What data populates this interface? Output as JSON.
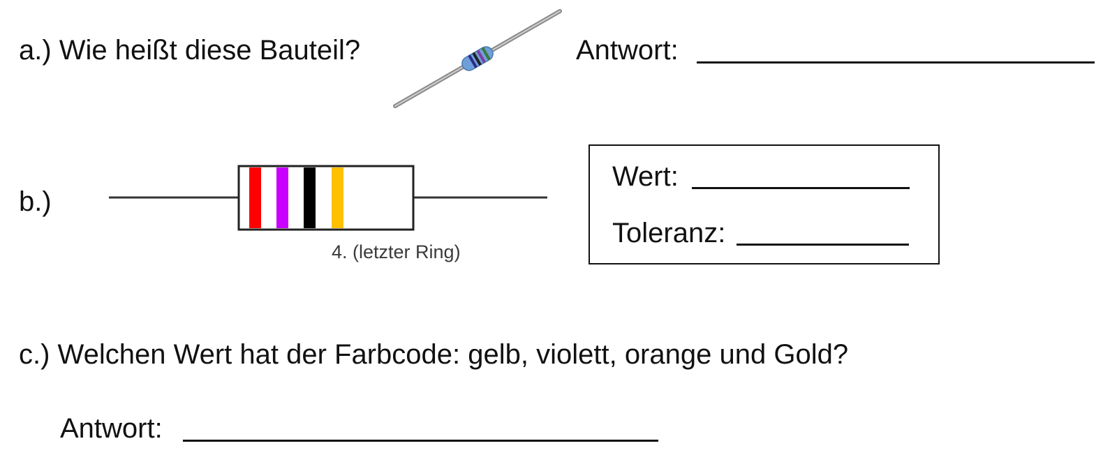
{
  "question_a": {
    "label": "a.) Wie heißt diese Bauteil?",
    "answer_label": "Antwort:"
  },
  "question_b": {
    "label": "b.)",
    "ring_caption": "4. (letzter Ring)",
    "band_colors": [
      "#ff0000",
      "#c800ff",
      "#000000",
      "#ffc000"
    ],
    "value_label": "Wert:",
    "tolerance_label": "Toleranz:"
  },
  "question_c": {
    "label": "c.) Welchen Wert hat der Farbcode: gelb, violett, orange und Gold?",
    "answer_label": "Antwort:"
  },
  "photo_resistor": {
    "body_color": "#6f9fd8",
    "band_colors": [
      "#2b2b8c",
      "#222222",
      "#7a3fa0",
      "#3b7a3b"
    ]
  }
}
